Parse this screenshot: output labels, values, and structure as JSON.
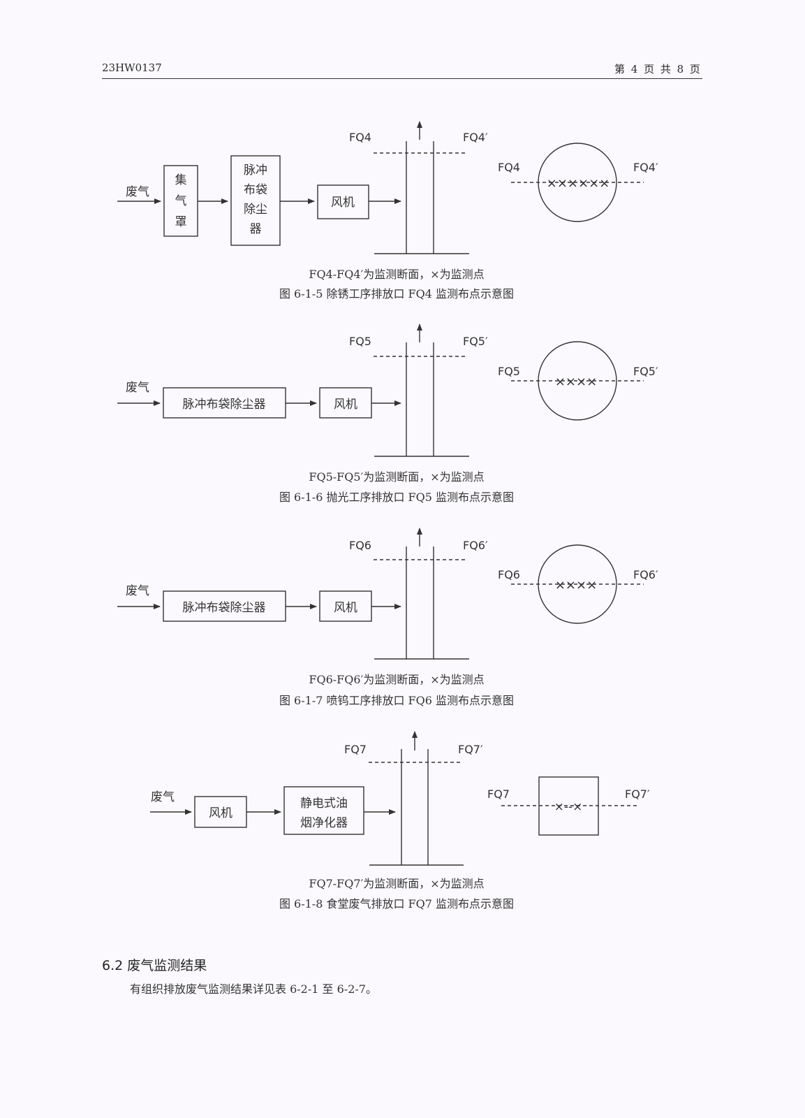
{
  "header": {
    "doc_id": "23HW0137",
    "page_info": "第 4 页 共 8 页"
  },
  "figures": [
    {
      "input": "废气",
      "boxes": [
        "集\n气\n罩",
        "脉冲\n布袋\n除尘\n器",
        "风机"
      ],
      "stack_left": "FQ4",
      "stack_right": "FQ4′",
      "circle_left": "FQ4",
      "circle_right": "FQ4′",
      "points": "××××××",
      "note": "FQ4-FQ4′为监测断面，×为监测点",
      "caption": "图 6-1-5   除锈工序排放口 FQ4 监测布点示意图"
    },
    {
      "input": "废气",
      "boxes": [
        "脉冲布袋除尘器",
        "风机"
      ],
      "stack_left": "FQ5",
      "stack_right": "FQ5′",
      "circle_left": "FQ5",
      "circle_right": "FQ5′",
      "points": "××××",
      "note": "FQ5-FQ5′为监测断面，×为监测点",
      "caption": "图 6-1-6   抛光工序排放口 FQ5 监测布点示意图"
    },
    {
      "input": "废气",
      "boxes": [
        "脉冲布袋除尘器",
        "风机"
      ],
      "stack_left": "FQ6",
      "stack_right": "FQ6′",
      "circle_left": "FQ6",
      "circle_right": "FQ6′",
      "points": "××××",
      "note": "FQ6-FQ6′为监测断面，×为监测点",
      "caption": "图 6-1-7   喷钨工序排放口 FQ6 监测布点示意图"
    },
    {
      "input": "废气",
      "boxes": [
        "风机",
        "静电式油\n烟净化器"
      ],
      "stack_left": "FQ7",
      "stack_right": "FQ7′",
      "circle_left": "FQ7",
      "circle_right": "FQ7′",
      "points": "×--×",
      "note": "FQ7-FQ7′为监测断面，×为监测点",
      "caption": "图 6-1-8  食堂废气排放口 FQ7 监测布点示意图"
    }
  ],
  "section": {
    "title": "6.2 废气监测结果",
    "body": "有组织排放废气监测结果详见表 6-2-1 至 6-2-7。"
  },
  "colors": {
    "ink": "#333333",
    "paper": "#fbf9fd"
  }
}
